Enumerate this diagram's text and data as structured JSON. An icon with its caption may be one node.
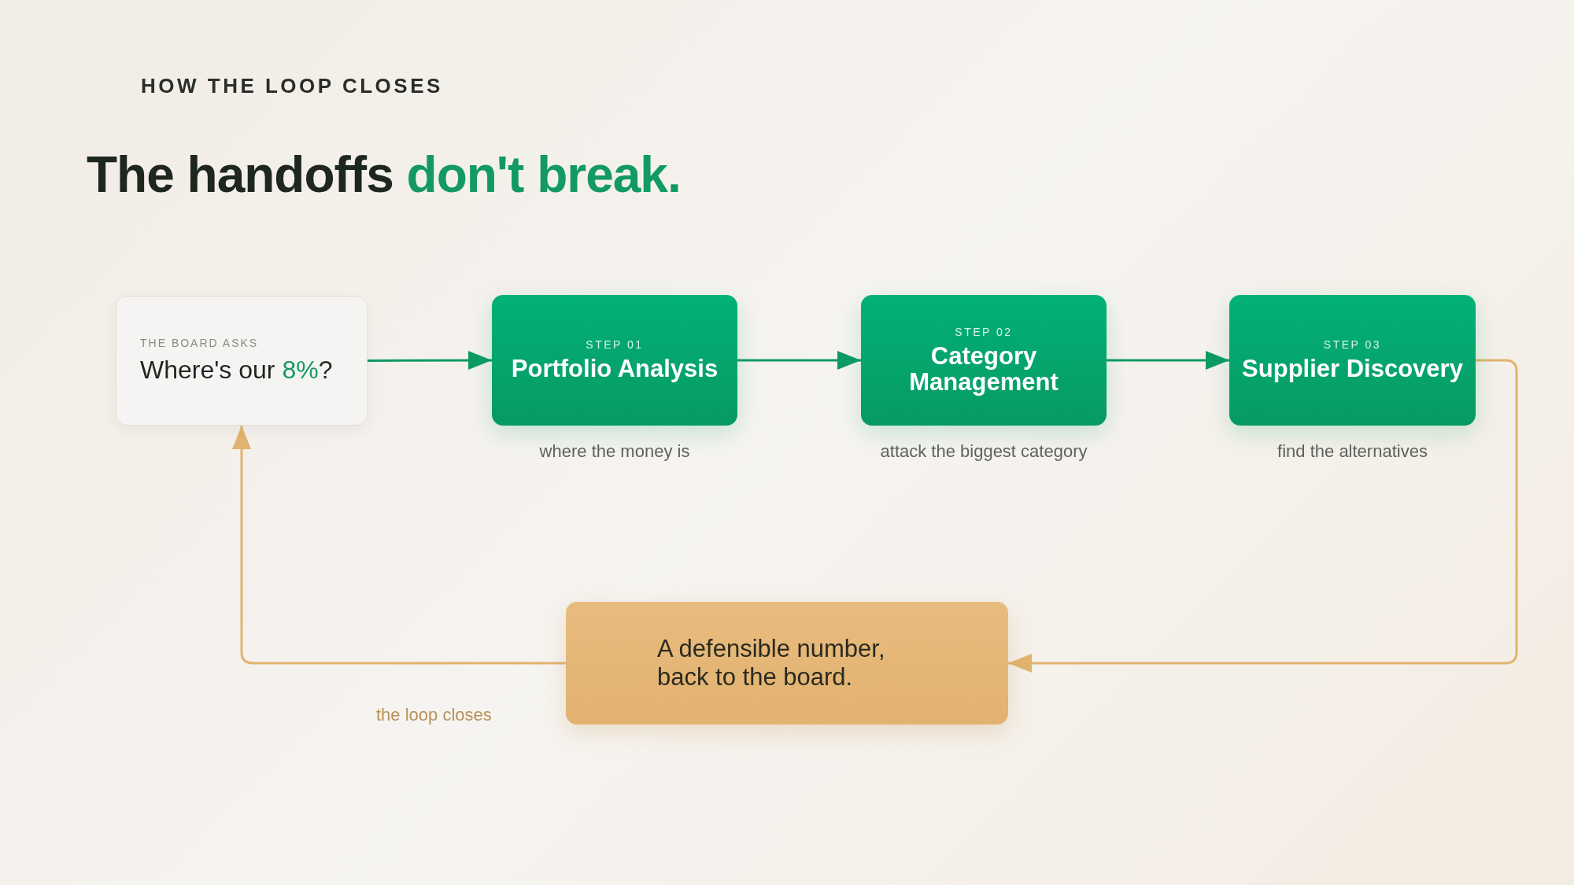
{
  "diagram": {
    "title": "The handoffs *don't break.*",
    "nodes": [
      {
        "text": [
          "THE BOARD ASKS",
          "Where's our *8%*?"
        ]
      },
      {
        "text": [
          "STEP 01",
          "Portfolio Analysis"
        ],
        "beside": [
          "where the money is"
        ]
      },
      {
        "text": [
          "STEP 02",
          "Category Management"
        ],
        "beside": [
          "attack the biggest category"
        ]
      },
      {
        "text": [
          "STEP 03",
          "Supplier Discovery"
        ],
        "beside": [
          "find the alternatives"
        ]
      },
      {
        "text": [
          "A defensible number, back to the board."
        ]
      }
    ],
    "edges": [
      {
        "from": 0,
        "to": 1,
        "arrow": "to"
      },
      {
        "from": 1,
        "to": 2,
        "arrow": "to"
      },
      {
        "from": 2,
        "to": 3,
        "arrow": "to"
      },
      {
        "from": 3,
        "to": 4,
        "arrow": "to",
        "color": "#e0b36f"
      },
      {
        "from": 4,
        "to": 0,
        "arrow": "to",
        "color": "#e0b36f",
        "label": "the loop closes"
      }
    ],
    "labels": [
      "HOW THE LOOP CLOSES"
    ]
  }
}
